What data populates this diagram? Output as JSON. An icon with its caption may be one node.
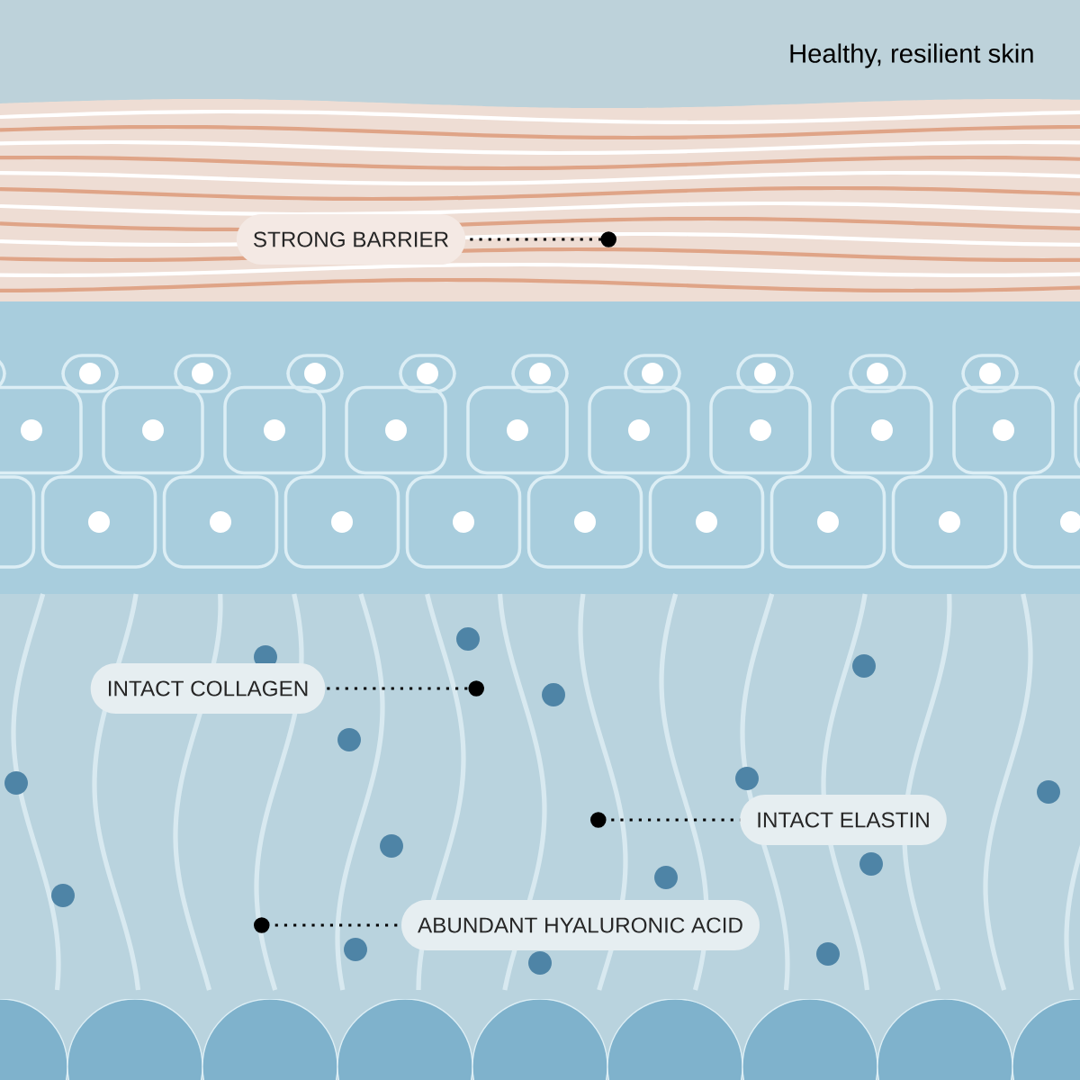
{
  "diagram": {
    "title": "Healthy, resilient skin",
    "nodes": [
      {
        "text": [
          "STRONG BARRIER"
        ]
      },
      {
        "text": [
          "INTACT COLLAGEN"
        ]
      },
      {
        "text": [
          "INTACT ELASTIN"
        ]
      },
      {
        "text": [
          "ABUNDANT HYALURONIC ACID"
        ]
      }
    ],
    "edges": [
      {
        "from": 0,
        "to": null,
        "arrow": "other",
        "style": "dashed"
      },
      {
        "from": 1,
        "to": null,
        "arrow": "other",
        "style": "dashed"
      },
      {
        "from": 2,
        "to": null,
        "arrow": "other",
        "style": "dashed"
      },
      {
        "from": 3,
        "to": null,
        "arrow": "other",
        "style": "dashed"
      }
    ]
  }
}
